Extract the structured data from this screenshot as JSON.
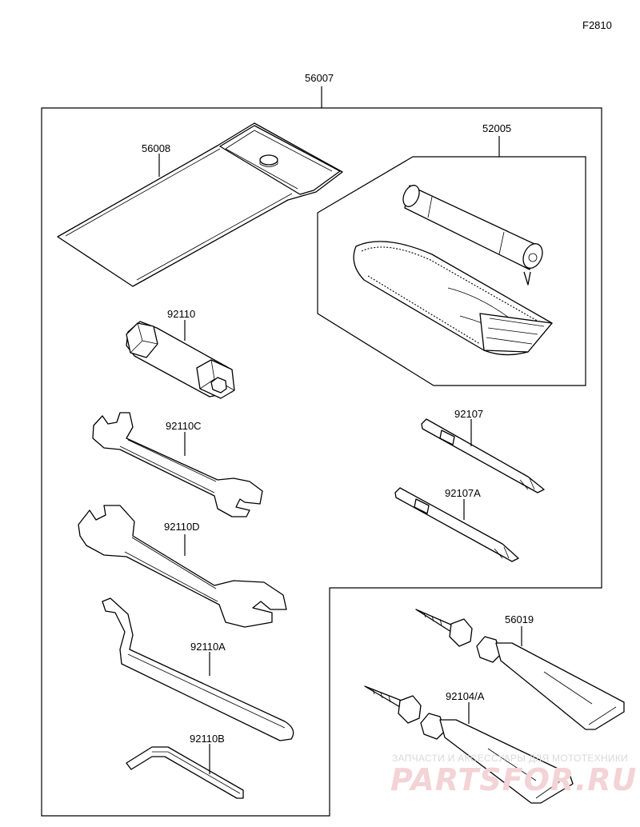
{
  "figure_code": "F2810",
  "labels": {
    "tool_kit": "56007",
    "tool_bag": "56008",
    "spark_plug_set": "52005",
    "plug_wrench": "92110",
    "wrench_c": "92110C",
    "wrench_d": "92110D",
    "hook_wrench": "92110A",
    "hex_key": "92110B",
    "screwdriver": "92107",
    "screwdriver_a": "92107A",
    "patch_kit": "56019",
    "adhesive": "92104/A"
  },
  "watermark": {
    "subtitle": "ЗАПЧАСТИ И АКСЕССУАРЫ ДЛЯ МОТОТЕХНИКИ",
    "brand": "PARTSFOR.RU"
  }
}
